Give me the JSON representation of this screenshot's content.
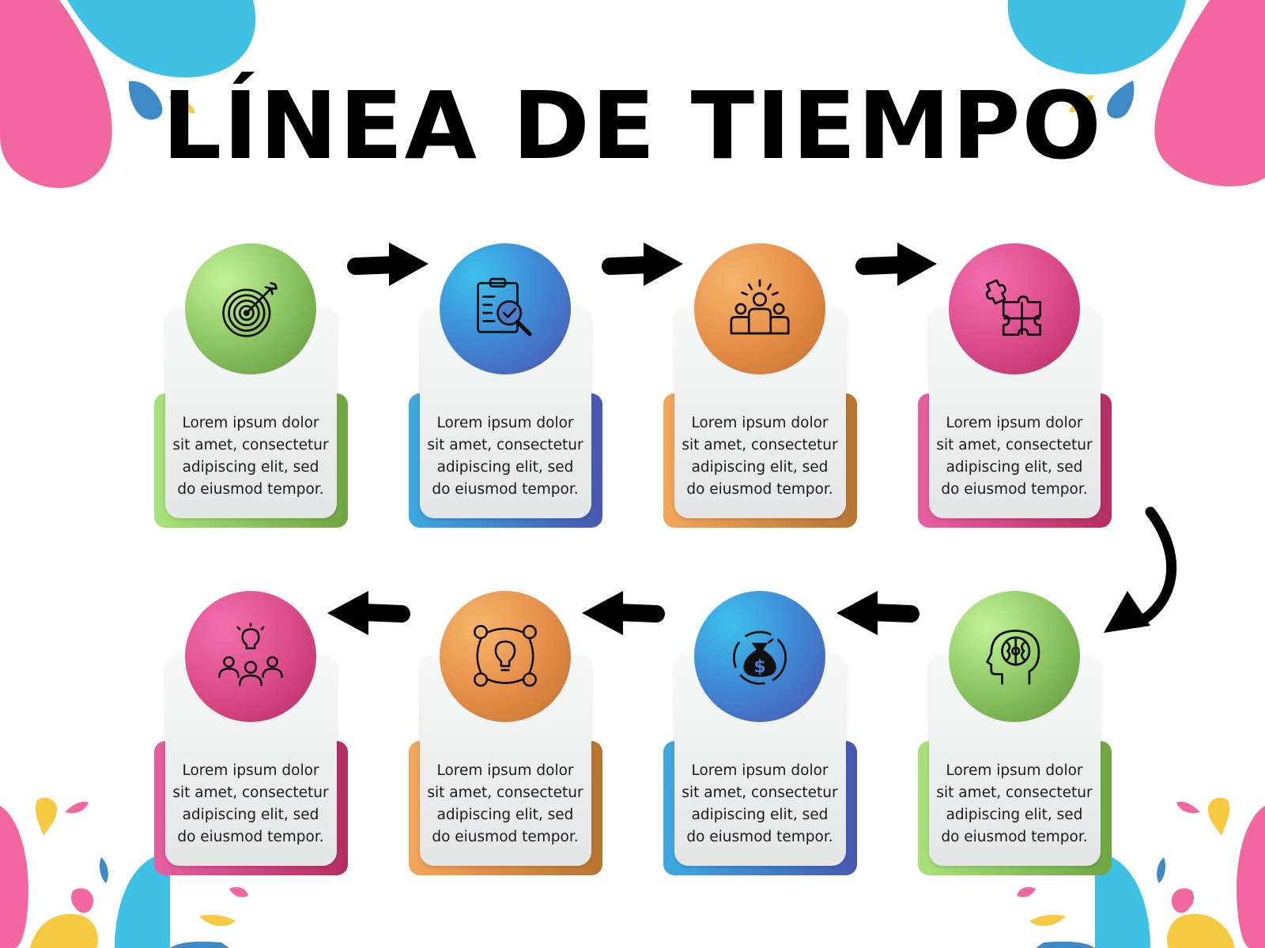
{
  "title": "LÍNEA DE TIEMPO",
  "colors": {
    "green": "#8cc561",
    "blue": "#3f8cd6",
    "orange": "#e5904a",
    "pink": "#db4d8c",
    "splash_pink": "#f2679f",
    "splash_cyan": "#3fc1e5",
    "splash_blue": "#3e8ac6",
    "splash_yellow": "#f7c842"
  },
  "steps": [
    {
      "icon": "target-icon",
      "color": "green",
      "text": "Lorem ipsum dolor sit amet, consectetur adipiscing elit, sed do eiusmod tempor."
    },
    {
      "icon": "clipboard-search-icon",
      "color": "blue",
      "text": "Lorem ipsum dolor sit amet, consectetur adipiscing elit, sed do eiusmod tempor."
    },
    {
      "icon": "team-icon",
      "color": "orange",
      "text": "Lorem ipsum dolor sit amet, consectetur adipiscing elit, sed do eiusmod tempor."
    },
    {
      "icon": "puzzle-icon",
      "color": "pink",
      "text": "Lorem ipsum dolor sit amet, consectetur adipiscing elit, sed do eiusmod tempor."
    },
    {
      "icon": "head-brain-icon",
      "color": "green",
      "text": "Lorem ipsum dolor sit amet, consectetur adipiscing elit, sed do eiusmod tempor."
    },
    {
      "icon": "money-bag-icon",
      "color": "blue",
      "text": "Lorem ipsum dolor sit amet, consectetur adipiscing elit, sed do eiusmod tempor."
    },
    {
      "icon": "idea-network-icon",
      "color": "orange",
      "text": "Lorem ipsum dolor sit amet, consectetur adipiscing elit, sed do eiusmod tempor."
    },
    {
      "icon": "idea-team-icon",
      "color": "pink",
      "text": "Lorem ipsum dolor sit amet, consectetur adipiscing elit, sed do eiusmod tempor."
    }
  ]
}
